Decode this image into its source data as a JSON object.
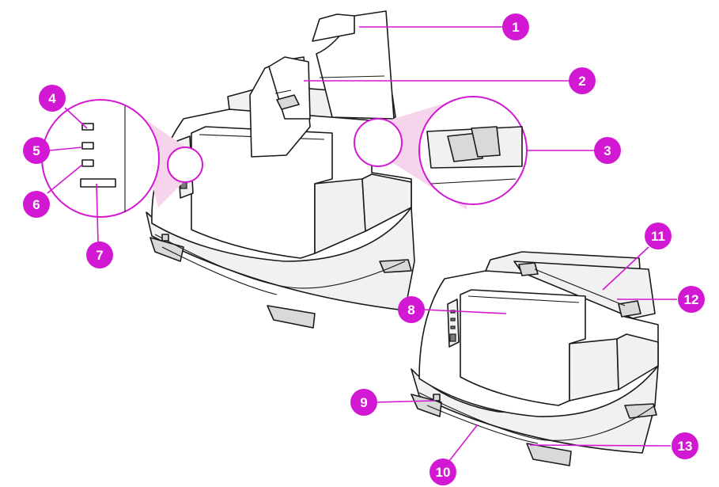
{
  "diagram": {
    "callouts": [
      {
        "id": "c1",
        "label": "1"
      },
      {
        "id": "c2",
        "label": "2"
      },
      {
        "id": "c3",
        "label": "3"
      },
      {
        "id": "c4",
        "label": "4"
      },
      {
        "id": "c5",
        "label": "5"
      },
      {
        "id": "c6",
        "label": "6"
      },
      {
        "id": "c7",
        "label": "7"
      },
      {
        "id": "c8",
        "label": "8"
      },
      {
        "id": "c9",
        "label": "9"
      },
      {
        "id": "c10",
        "label": "10"
      },
      {
        "id": "c11",
        "label": "11"
      },
      {
        "id": "c12",
        "label": "12"
      },
      {
        "id": "c13",
        "label": "13"
      }
    ],
    "colors": {
      "accent": "#d218d2",
      "zoom_tint": "#f6d5ec",
      "ink": "#1a1a1a"
    }
  }
}
